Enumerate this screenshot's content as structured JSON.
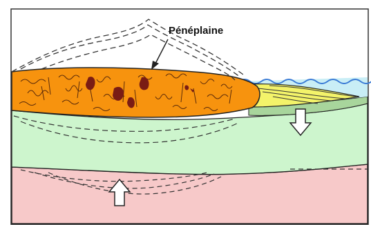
{
  "label": "Pénéplaine",
  "colors": {
    "orange_mass": "#f7930e",
    "dark_blotches": "#7a1c14",
    "green_layer": "#cdf5cd",
    "dark_green_layer": "#a8d59c",
    "pink_basement": "#f7c9c9",
    "water": "#c9eef6",
    "wave_line": "#3a7bd5",
    "yellow_sediment": "#f3f36a",
    "outline": "#222222"
  },
  "arrows": [
    "down-arrow",
    "up-arrow"
  ]
}
